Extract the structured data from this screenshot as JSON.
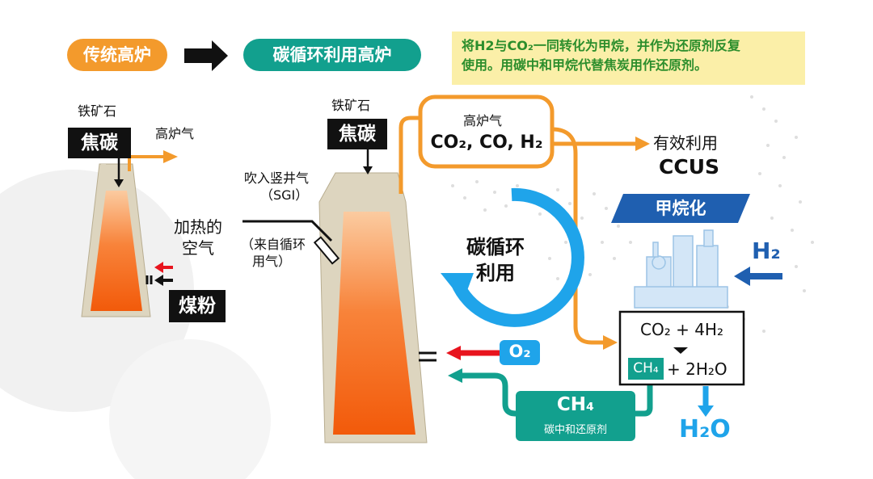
{
  "header": {
    "traditional_label": "传统高炉",
    "circular_label": "碳循环利用高炉",
    "note_line1": "将H2与CO₂一同转化为甲烷，并作为还原剂反复",
    "note_line2": "使用。用碳中和甲烷代替焦炭用作还原剂。"
  },
  "traditional": {
    "iron_ore": "铁矿石",
    "coke": "焦碳",
    "bf_gas": "高炉气",
    "heated_air_1": "加热的",
    "heated_air_2": "空气",
    "coal_powder": "煤粉"
  },
  "circular": {
    "iron_ore": "铁矿石",
    "coke": "焦碳",
    "sgi_line1": "吹入竖井气",
    "sgi_line2": "（SGI）",
    "sgi_line3": "（来自循环",
    "sgi_line4": "用气）",
    "bf_gas_title": "高炉气",
    "bf_gas_formula": "CO₂, CO, H₂",
    "cycle_line1": "碳循环",
    "cycle_line2": "利用",
    "o2": "O₂",
    "ch4": "CH₄",
    "ch4_sub": "碳中和还原剂"
  },
  "right": {
    "effective_use": "有效利用",
    "ccus": "CCUS",
    "methanation": "甲烷化",
    "h2": "H₂",
    "reaction_line1": "CO₂ + 4H₂",
    "reaction_ch4": "CH₄",
    "reaction_line2": "+ 2H₂O",
    "h2o": "H₂O"
  },
  "colors": {
    "orange": "#f39a2c",
    "teal": "#12a08e",
    "blue": "#1a8fe0",
    "red": "#e8141e",
    "dark_blue": "#1f5fb0",
    "note_bg": "#fbefa8",
    "note_text": "#2c8e2c"
  }
}
